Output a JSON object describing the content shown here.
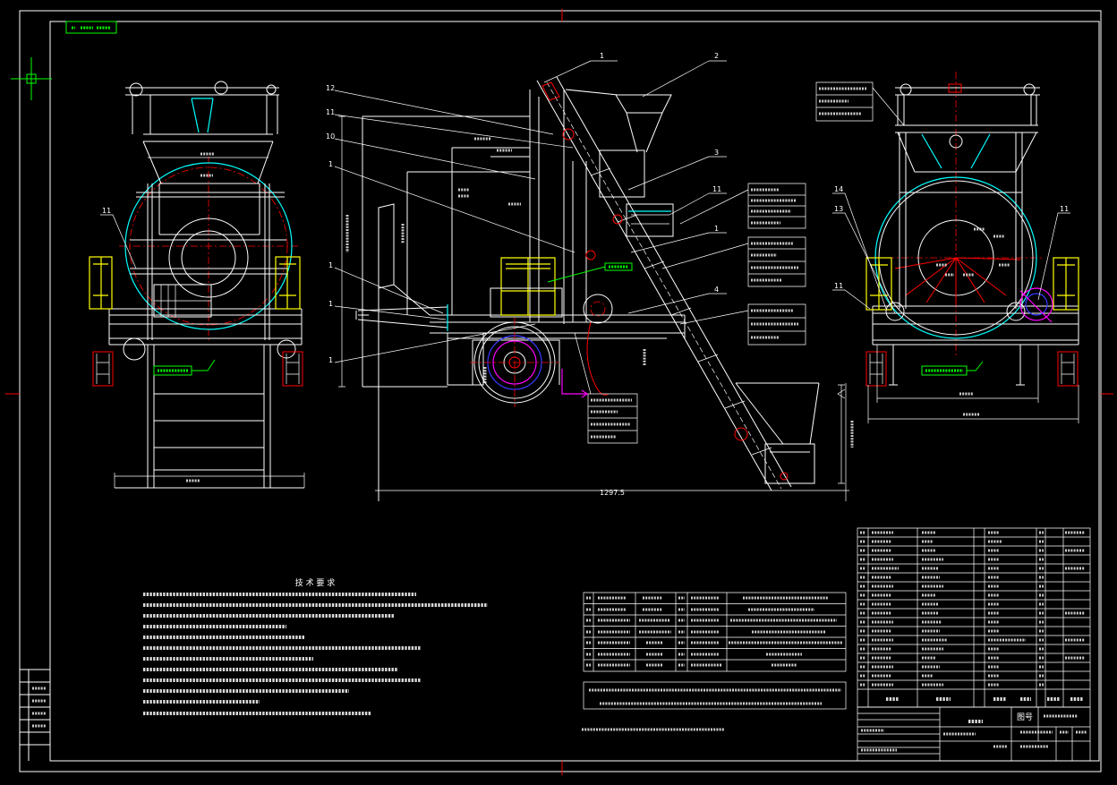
{
  "canvas": {
    "background": "#000000"
  },
  "colors": {
    "line": "#ffffff",
    "hidden_red": "#ff0000",
    "drum_cyan": "#00ffff",
    "motor_yellow": "#ffff00",
    "label_green": "#00ff00",
    "marker_magenta": "#ff00ff",
    "wheel_blue": "#3a3aff"
  },
  "icons": {
    "cursor": "crosshair-cursor-icon"
  },
  "callouts": {
    "front_view": [
      "11"
    ],
    "side_view_left": [
      "12",
      "11",
      "10",
      "1",
      "1",
      "1",
      "1"
    ],
    "side_view_top": [
      "1",
      "2"
    ],
    "side_view_right": [
      "3",
      "11",
      "1",
      "4"
    ],
    "end_view_left": [
      "14",
      "13",
      "11"
    ],
    "end_view_right": [
      "11"
    ]
  },
  "dimensions": {
    "overall_length": "1297.5"
  },
  "notes": {
    "heading": "技 术 要 求"
  },
  "title_block": {
    "drawing_number_label": "图号"
  }
}
